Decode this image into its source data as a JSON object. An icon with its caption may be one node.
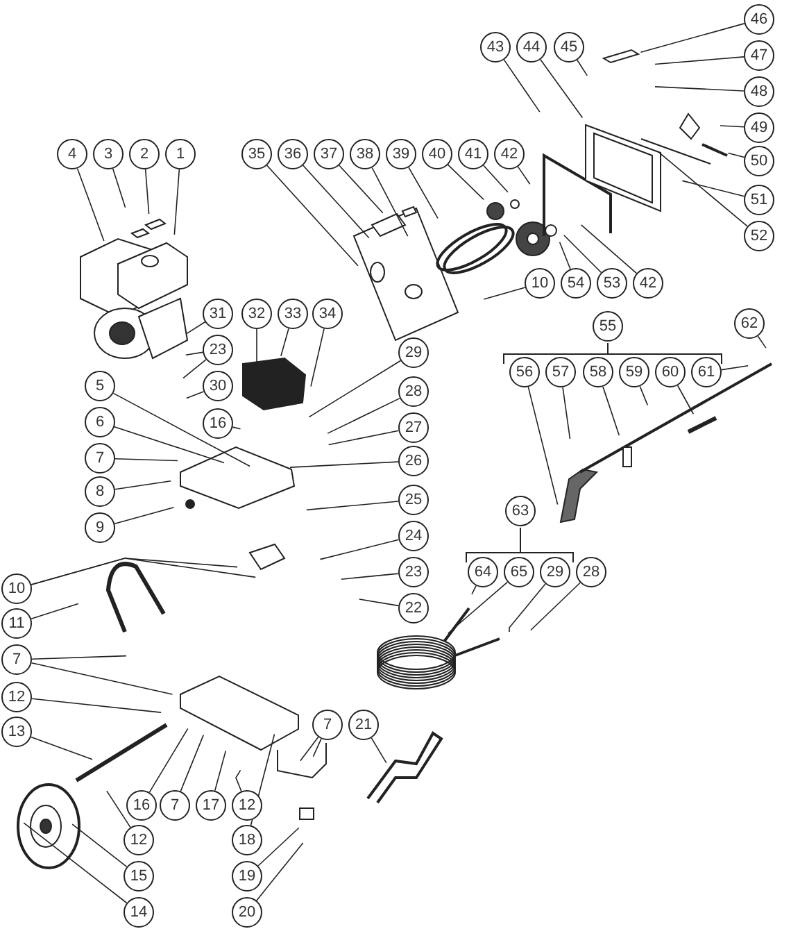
{
  "diagram": {
    "nodes": [
      {
        "text": [
          "4"
        ]
      },
      {
        "text": [
          "3"
        ]
      },
      {
        "text": [
          "2"
        ]
      },
      {
        "text": [
          "1"
        ]
      },
      {
        "text": [
          "35"
        ]
      },
      {
        "text": [
          "36"
        ]
      },
      {
        "text": [
          "37"
        ]
      },
      {
        "text": [
          "38"
        ]
      },
      {
        "text": [
          "39"
        ]
      },
      {
        "text": [
          "40"
        ]
      },
      {
        "text": [
          "41"
        ]
      },
      {
        "text": [
          "42"
        ]
      },
      {
        "text": [
          "43"
        ]
      },
      {
        "text": [
          "44"
        ]
      },
      {
        "text": [
          "45"
        ]
      },
      {
        "text": [
          "46"
        ]
      },
      {
        "text": [
          "47"
        ]
      },
      {
        "text": [
          "48"
        ]
      },
      {
        "text": [
          "49"
        ]
      },
      {
        "text": [
          "50"
        ]
      },
      {
        "text": [
          "51"
        ]
      },
      {
        "text": [
          "52"
        ]
      },
      {
        "text": [
          "10"
        ]
      },
      {
        "text": [
          "54"
        ]
      },
      {
        "text": [
          "53"
        ]
      },
      {
        "text": [
          "42"
        ]
      },
      {
        "text": [
          "31"
        ]
      },
      {
        "text": [
          "32"
        ]
      },
      {
        "text": [
          "33"
        ]
      },
      {
        "text": [
          "34"
        ]
      },
      {
        "text": [
          "55"
        ]
      },
      {
        "text": [
          "62"
        ]
      },
      {
        "text": [
          "23"
        ]
      },
      {
        "text": [
          "29"
        ]
      },
      {
        "text": [
          "5"
        ]
      },
      {
        "text": [
          "30"
        ]
      },
      {
        "text": [
          "56"
        ]
      },
      {
        "text": [
          "57"
        ]
      },
      {
        "text": [
          "58"
        ]
      },
      {
        "text": [
          "59"
        ]
      },
      {
        "text": [
          "60"
        ]
      },
      {
        "text": [
          "61"
        ]
      },
      {
        "text": [
          "28"
        ]
      },
      {
        "text": [
          "6"
        ]
      },
      {
        "text": [
          "16"
        ]
      },
      {
        "text": [
          "27"
        ]
      },
      {
        "text": [
          "7"
        ]
      },
      {
        "text": [
          "26"
        ]
      },
      {
        "text": [
          "8"
        ]
      },
      {
        "text": [
          "25"
        ]
      },
      {
        "text": [
          "63"
        ]
      },
      {
        "text": [
          "9"
        ]
      },
      {
        "text": [
          "24"
        ]
      },
      {
        "text": [
          "64"
        ]
      },
      {
        "text": [
          "65"
        ]
      },
      {
        "text": [
          "29"
        ]
      },
      {
        "text": [
          "28"
        ]
      },
      {
        "text": [
          "23"
        ]
      },
      {
        "text": [
          "10"
        ]
      },
      {
        "text": [
          "22"
        ]
      },
      {
        "text": [
          "11"
        ]
      },
      {
        "text": [
          "7"
        ]
      },
      {
        "text": [
          "12"
        ]
      },
      {
        "text": [
          "7"
        ]
      },
      {
        "text": [
          "21"
        ]
      },
      {
        "text": [
          "13"
        ]
      },
      {
        "text": [
          "16"
        ]
      },
      {
        "text": [
          "7"
        ]
      },
      {
        "text": [
          "17"
        ]
      },
      {
        "text": [
          "12"
        ]
      },
      {
        "text": [
          "12"
        ]
      },
      {
        "text": [
          "18"
        ]
      },
      {
        "text": [
          "15"
        ]
      },
      {
        "text": [
          "19"
        ]
      },
      {
        "text": [
          "14"
        ]
      },
      {
        "text": [
          "20"
        ]
      }
    ],
    "edges": [
      {
        "from": 0,
        "to": null,
        "arrow": "none"
      },
      {
        "from": 1,
        "to": null,
        "arrow": "none"
      },
      {
        "from": 2,
        "to": null,
        "arrow": "none"
      },
      {
        "from": 3,
        "to": null,
        "arrow": "none"
      },
      {
        "from": 4,
        "to": null,
        "arrow": "none"
      },
      {
        "from": 5,
        "to": null,
        "arrow": "none"
      },
      {
        "from": 6,
        "to": null,
        "arrow": "none"
      },
      {
        "from": 7,
        "to": null,
        "arrow": "none"
      },
      {
        "from": 8,
        "to": null,
        "arrow": "none"
      },
      {
        "from": 9,
        "to": null,
        "arrow": "none"
      },
      {
        "from": 10,
        "to": null,
        "arrow": "none"
      },
      {
        "from": 11,
        "to": null,
        "arrow": "none"
      },
      {
        "from": 12,
        "to": null,
        "arrow": "none"
      },
      {
        "from": 13,
        "to": null,
        "arrow": "none"
      },
      {
        "from": 14,
        "to": null,
        "arrow": "none"
      },
      {
        "from": 15,
        "to": null,
        "arrow": "none"
      },
      {
        "from": 16,
        "to": null,
        "arrow": "none"
      },
      {
        "from": 17,
        "to": null,
        "arrow": "none"
      },
      {
        "from": 18,
        "to": null,
        "arrow": "none"
      },
      {
        "from": 19,
        "to": null,
        "arrow": "none"
      },
      {
        "from": 20,
        "to": null,
        "arrow": "none"
      },
      {
        "from": 21,
        "to": null,
        "arrow": "none"
      },
      {
        "from": 22,
        "to": null,
        "arrow": "none"
      },
      {
        "from": 23,
        "to": null,
        "arrow": "none"
      },
      {
        "from": 24,
        "to": null,
        "arrow": "none"
      },
      {
        "from": 25,
        "to": null,
        "arrow": "none"
      },
      {
        "from": 26,
        "to": null,
        "arrow": "none"
      },
      {
        "from": 27,
        "to": null,
        "arrow": "none"
      },
      {
        "from": 28,
        "to": null,
        "arrow": "none"
      },
      {
        "from": 29,
        "to": null,
        "arrow": "none"
      },
      {
        "from": 31,
        "to": null,
        "arrow": "none"
      },
      {
        "from": 32,
        "to": null,
        "arrow": "none"
      },
      {
        "from": 32,
        "to": null,
        "arrow": "none"
      },
      {
        "from": 33,
        "to": null,
        "arrow": "none"
      },
      {
        "from": 34,
        "to": null,
        "arrow": "none"
      },
      {
        "from": 35,
        "to": null,
        "arrow": "none"
      },
      {
        "from": 36,
        "to": null,
        "arrow": "none"
      },
      {
        "from": 37,
        "to": null,
        "arrow": "none"
      },
      {
        "from": 38,
        "to": null,
        "arrow": "none"
      },
      {
        "from": 39,
        "to": null,
        "arrow": "none"
      },
      {
        "from": 40,
        "to": null,
        "arrow": "none"
      },
      {
        "from": 41,
        "to": null,
        "arrow": "none"
      },
      {
        "from": 42,
        "to": null,
        "arrow": "none"
      },
      {
        "from": 43,
        "to": null,
        "arrow": "none"
      },
      {
        "from": 44,
        "to": null,
        "arrow": "none"
      },
      {
        "from": 45,
        "to": null,
        "arrow": "none"
      },
      {
        "from": 46,
        "to": null,
        "arrow": "none"
      },
      {
        "from": 47,
        "to": null,
        "arrow": "none"
      },
      {
        "from": 48,
        "to": null,
        "arrow": "none"
      },
      {
        "from": 49,
        "to": null,
        "arrow": "none"
      },
      {
        "from": 51,
        "to": null,
        "arrow": "none"
      },
      {
        "from": 52,
        "to": null,
        "arrow": "none"
      },
      {
        "from": 53,
        "to": null,
        "arrow": "none"
      },
      {
        "from": 54,
        "to": null,
        "arrow": "none"
      },
      {
        "from": 55,
        "to": null,
        "arrow": "none"
      },
      {
        "from": 56,
        "to": null,
        "arrow": "none"
      },
      {
        "from": 57,
        "to": null,
        "arrow": "none"
      },
      {
        "from": 58,
        "to": null,
        "arrow": "none"
      },
      {
        "from": 58,
        "to": null,
        "arrow": "none"
      },
      {
        "from": 59,
        "to": null,
        "arrow": "none"
      },
      {
        "from": 60,
        "to": null,
        "arrow": "none"
      },
      {
        "from": 61,
        "to": null,
        "arrow": "none"
      },
      {
        "from": 61,
        "to": null,
        "arrow": "none"
      },
      {
        "from": 62,
        "to": null,
        "arrow": "none"
      },
      {
        "from": 63,
        "to": null,
        "arrow": "none"
      },
      {
        "from": 63,
        "to": null,
        "arrow": "none"
      },
      {
        "from": 64,
        "to": null,
        "arrow": "none"
      },
      {
        "from": 65,
        "to": null,
        "arrow": "none"
      },
      {
        "from": 66,
        "to": null,
        "arrow": "none"
      },
      {
        "from": 67,
        "to": null,
        "arrow": "none"
      },
      {
        "from": 68,
        "to": null,
        "arrow": "none"
      },
      {
        "from": 69,
        "to": null,
        "arrow": "none"
      },
      {
        "from": 70,
        "to": null,
        "arrow": "none"
      },
      {
        "from": 71,
        "to": null,
        "arrow": "none"
      },
      {
        "from": 72,
        "to": null,
        "arrow": "none"
      },
      {
        "from": 73,
        "to": null,
        "arrow": "none"
      },
      {
        "from": 74,
        "to": null,
        "arrow": "none"
      },
      {
        "from": 75,
        "to": null,
        "arrow": "none"
      }
    ]
  }
}
